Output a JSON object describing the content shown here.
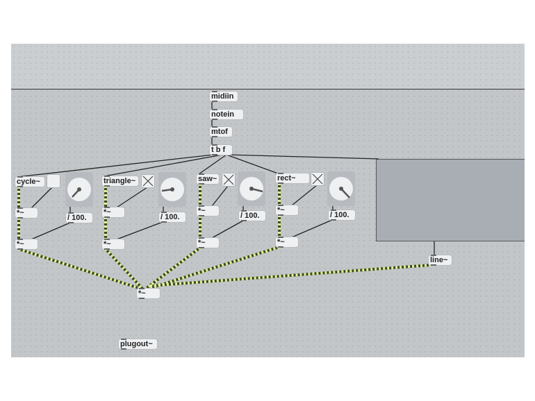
{
  "objects": {
    "midiin": "midiin",
    "notein": "notein",
    "mtof": "mtof",
    "trigger": "t b f",
    "osc": [
      "cycle~",
      "triangle~",
      "saw~",
      "rect~"
    ],
    "mult": "*~",
    "div": "/ 100.",
    "line": "line~",
    "plugout": "plugout~"
  },
  "toggles": [
    false,
    true,
    true,
    true
  ],
  "colors": {
    "canvas": "#c3c6c9",
    "signal_cord": "#d8e88a",
    "panel": "#a9aeb5"
  }
}
